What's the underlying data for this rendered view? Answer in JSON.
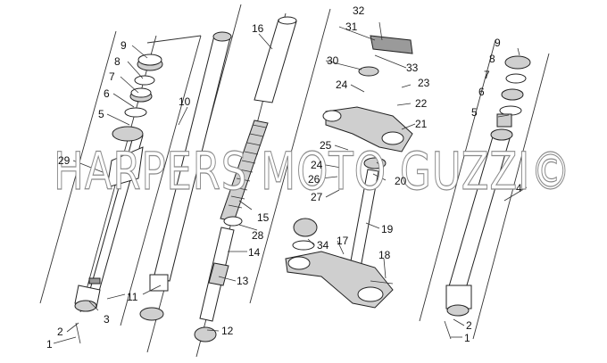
{
  "watermark": "HARPERS MOTO GUZZI©",
  "callouts": {
    "c1a": "1",
    "c2a": "2",
    "c3": "3",
    "c4": "4",
    "c5a": "5",
    "c6a": "6",
    "c7a": "7",
    "c8a": "8",
    "c9a": "9",
    "c10": "10",
    "c11": "11",
    "c12": "12",
    "c13": "13",
    "c14": "14",
    "c15": "15",
    "c16": "16",
    "c17": "17",
    "c18": "18",
    "c19": "19",
    "c20": "20",
    "c21": "21",
    "c22": "22",
    "c23": "23",
    "c24a": "24",
    "c24b": "24",
    "c25": "25",
    "c26": "26",
    "c27": "27",
    "c28": "28",
    "c29": "29",
    "c30": "30",
    "c31": "31",
    "c32": "32",
    "c33": "33",
    "c34": "34",
    "c1b": "1",
    "c2b": "2",
    "c5b": "5",
    "c6b": "6",
    "c7b": "7",
    "c8b": "8",
    "c9b": "9"
  }
}
